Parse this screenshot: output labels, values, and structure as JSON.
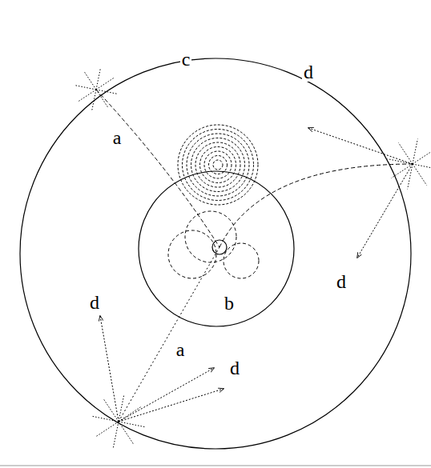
{
  "diagram": {
    "labels": [
      "c",
      "d",
      "a",
      "d",
      "d",
      "b",
      "a",
      "d"
    ]
  }
}
